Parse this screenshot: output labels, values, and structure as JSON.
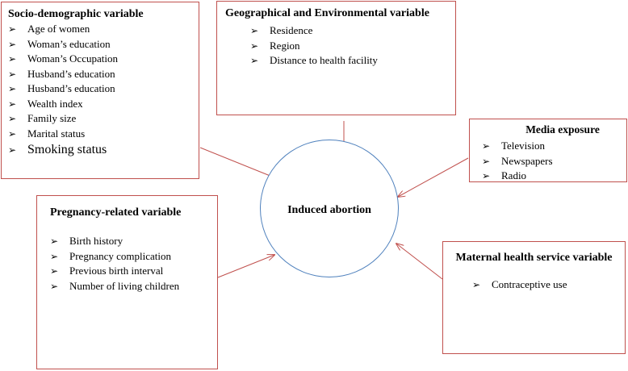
{
  "socio": {
    "title": "Socio-demographic variable",
    "items": [
      "Age of women",
      "Woman’s education",
      "Woman’s  Occupation",
      "Husband’s education",
      "Husband’s education",
      "Wealth index",
      "Family size",
      "Marital status",
      "Smoking status"
    ]
  },
  "geo": {
    "title": "Geographical and Environmental variable",
    "items": [
      "Residence",
      "Region",
      "Distance to health facility"
    ]
  },
  "media": {
    "title": "Media exposure",
    "items": [
      "Television",
      "Newspapers",
      "Radio"
    ]
  },
  "pregnancy": {
    "title": "Pregnancy-related variable",
    "items": [
      "Birth history",
      "Pregnancy complication",
      "Previous birth interval",
      "Number of living children"
    ]
  },
  "maternal": {
    "title": "Maternal health service variable",
    "items": [
      "Contraceptive use"
    ]
  },
  "center": {
    "label": "Induced abortion"
  },
  "bullet_glyph": "➢",
  "colors": {
    "box_border": "#c0504d",
    "arrow": "#c0504d",
    "ellipse_border": "#4f81bd"
  }
}
